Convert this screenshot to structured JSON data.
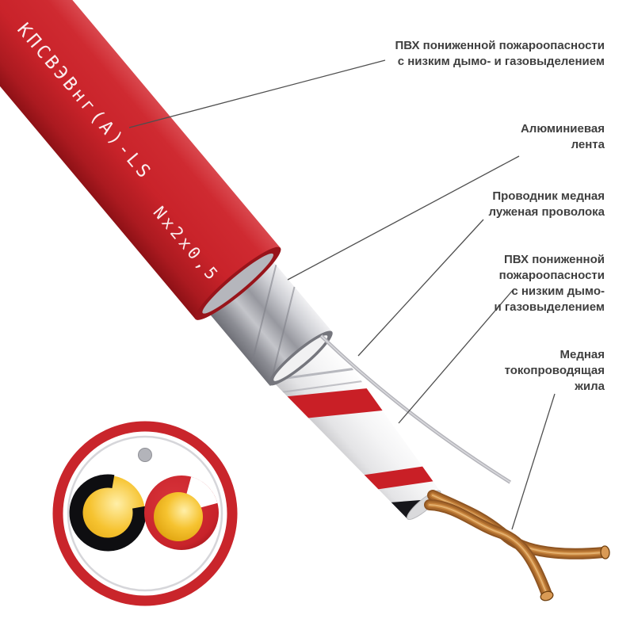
{
  "labels": {
    "outer_jacket": {
      "lines": [
        "ПВХ пониженной пожароопасности",
        "с низким дымо- и газовыделением"
      ]
    },
    "aluminum_tape": {
      "lines": [
        "Алюминиевая",
        "лента"
      ]
    },
    "drain_wire": {
      "lines": [
        "Проводник медная",
        "луженая проволока"
      ]
    },
    "core_insulation": {
      "lines": [
        "ПВХ пониженной",
        "пожароопасности",
        "с низким дымо-",
        "и газовыделением"
      ]
    },
    "copper_conductor": {
      "lines": [
        "Медная",
        "токопроводящая",
        "жила"
      ]
    }
  },
  "cable_marking": {
    "type_label": "КПСВЭВнг(А)-LS",
    "size_label": "Nх2х0,5"
  },
  "colors": {
    "background": "#ffffff",
    "jacket_red": "#c9242b",
    "foil_silver": "#b9bac1",
    "core_white": "#f2f2f3",
    "stripe_red": "#c91f26",
    "stripe_black": "#17171b",
    "copper": "#aa6a2c",
    "gold_core": "#f0b51e",
    "label_text": "#3f3f3f",
    "leader_line": "#4f4f4f"
  }
}
